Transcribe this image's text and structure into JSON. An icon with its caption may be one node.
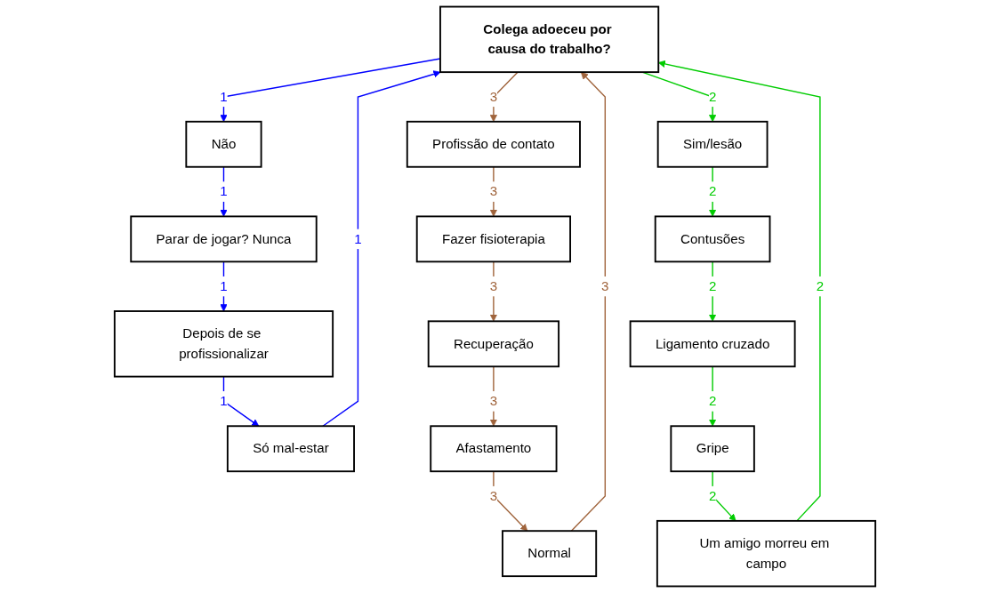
{
  "diagram": {
    "nodes": [
      {
        "text": [
          "Colega adoeceu por causa do trabalho?"
        ]
      },
      {
        "text": [
          "Não"
        ]
      },
      {
        "text": [
          "Parar de jogar? Nunca"
        ]
      },
      {
        "text": [
          "Depois de se profissionalizar"
        ]
      },
      {
        "text": [
          "Só mal-estar"
        ]
      },
      {
        "text": [
          "Profissão de contato"
        ]
      },
      {
        "text": [
          "Fazer fisioterapia"
        ]
      },
      {
        "text": [
          "Recuperação"
        ]
      },
      {
        "text": [
          "Afastamento"
        ]
      },
      {
        "text": [
          "Normal"
        ]
      },
      {
        "text": [
          "Sim/lesão"
        ]
      },
      {
        "text": [
          "Contusões"
        ]
      },
      {
        "text": [
          "Ligamento cruzado"
        ]
      },
      {
        "text": [
          "Gripe"
        ]
      },
      {
        "text": [
          "Um amigo morreu em campo"
        ]
      }
    ],
    "edges": [
      {
        "from": 0,
        "to": 1,
        "arrow": "to",
        "label": "1",
        "color": "#0000ff"
      },
      {
        "from": 1,
        "to": 2,
        "arrow": "to",
        "label": "1",
        "color": "#0000ff"
      },
      {
        "from": 2,
        "to": 3,
        "arrow": "to",
        "label": "1",
        "color": "#0000ff"
      },
      {
        "from": 3,
        "to": 4,
        "arrow": "to",
        "label": "1",
        "color": "#0000ff"
      },
      {
        "from": 4,
        "to": 0,
        "arrow": "to",
        "label": "1",
        "color": "#0000ff"
      },
      {
        "from": 0,
        "to": 5,
        "arrow": "to",
        "label": "3",
        "color": "#a0643c"
      },
      {
        "from": 5,
        "to": 6,
        "arrow": "to",
        "label": "3",
        "color": "#a0643c"
      },
      {
        "from": 6,
        "to": 7,
        "arrow": "to",
        "label": "3",
        "color": "#a0643c"
      },
      {
        "from": 7,
        "to": 8,
        "arrow": "to",
        "label": "3",
        "color": "#a0643c"
      },
      {
        "from": 8,
        "to": 9,
        "arrow": "to",
        "label": "3",
        "color": "#a0643c"
      },
      {
        "from": 9,
        "to": 0,
        "arrow": "to",
        "label": "3",
        "color": "#a0643c"
      },
      {
        "from": 0,
        "to": 10,
        "arrow": "to",
        "label": "2",
        "color": "#00cc00"
      },
      {
        "from": 10,
        "to": 11,
        "arrow": "to",
        "label": "2",
        "color": "#00cc00"
      },
      {
        "from": 11,
        "to": 12,
        "arrow": "to",
        "label": "2",
        "color": "#00cc00"
      },
      {
        "from": 12,
        "to": 13,
        "arrow": "to",
        "label": "2",
        "color": "#00cc00"
      },
      {
        "from": 13,
        "to": 14,
        "arrow": "to",
        "label": "2",
        "color": "#00cc00"
      },
      {
        "from": 14,
        "to": 0,
        "arrow": "to",
        "label": "2",
        "color": "#00cc00"
      }
    ]
  }
}
